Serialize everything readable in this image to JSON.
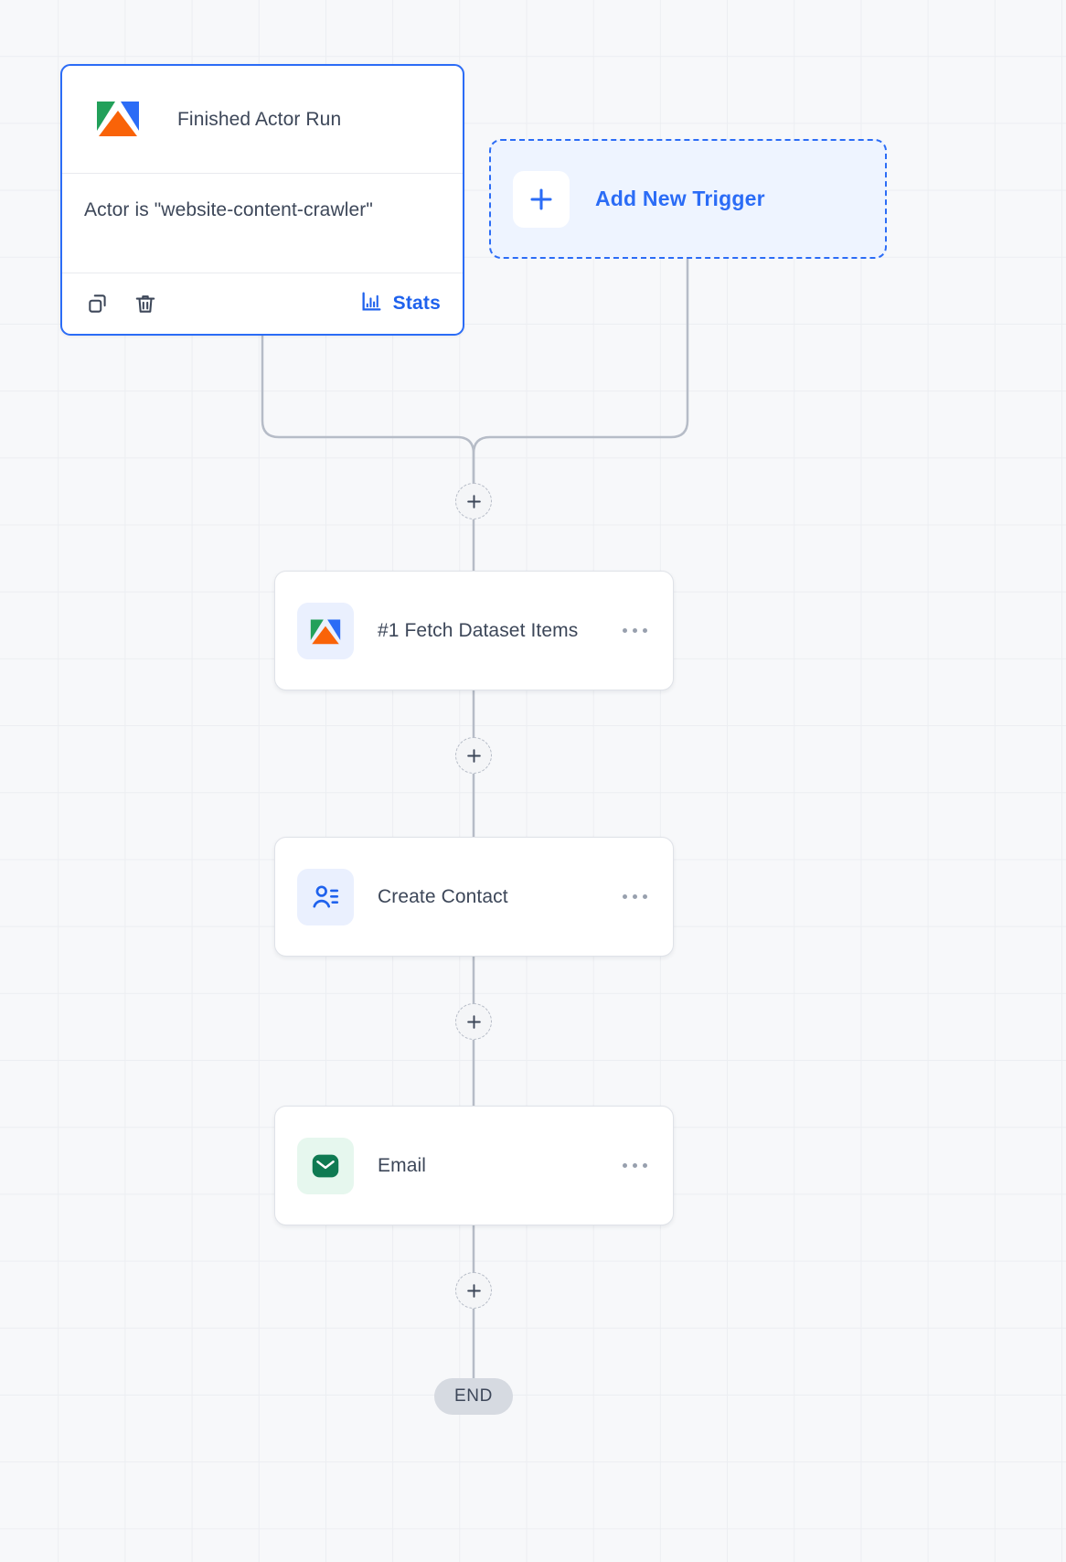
{
  "canvas": {
    "background_color": "#f7f8fa",
    "grid_color": "#eceef2"
  },
  "trigger": {
    "title": "Finished Actor Run",
    "condition": "Actor is \"website-content-crawler\"",
    "icon": "apify-logo-icon",
    "border_color": "#2b6cf6",
    "actions": {
      "copy_icon": "copy-icon",
      "delete_icon": "trash-icon",
      "stats_label": "Stats",
      "stats_icon": "bar-chart-icon",
      "stats_color": "#1f62ed"
    }
  },
  "add_trigger": {
    "label": "Add New Trigger",
    "icon": "plus-icon",
    "accent_color": "#2b6cf6",
    "fill_color": "#eef4ff"
  },
  "steps": [
    {
      "label": "#1 Fetch Dataset Items",
      "icon": "apify-logo-icon",
      "tile_color": "#eaf0fe",
      "menu_icon": "more-options-icon"
    },
    {
      "label": "Create Contact",
      "icon": "contact-person-icon",
      "tile_color": "#eaf0fe",
      "menu_icon": "more-options-icon"
    },
    {
      "label": "Email",
      "icon": "envelope-icon",
      "tile_color": "#e6f7ee",
      "menu_icon": "more-options-icon"
    }
  ],
  "connectors": {
    "add_step_icon": "plus-icon",
    "line_color": "#b6bcc7",
    "count": 4
  },
  "end": {
    "label": "END",
    "background_color": "#d6dae1"
  }
}
